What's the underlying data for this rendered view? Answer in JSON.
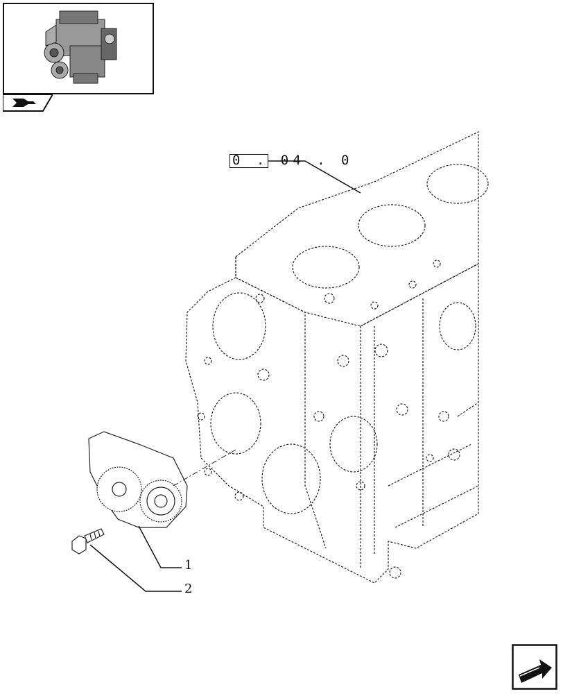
{
  "reference": {
    "label": "0 . 04 . 0"
  },
  "callouts": [
    {
      "id": "1",
      "text": "1"
    },
    {
      "id": "2",
      "text": "2"
    }
  ],
  "icons": {
    "thumbnail": "engine-thumbnail-icon",
    "tab": "book-tab-icon",
    "next": "next-page-arrow-icon"
  },
  "colors": {
    "line": "#111111",
    "background": "#ffffff"
  }
}
